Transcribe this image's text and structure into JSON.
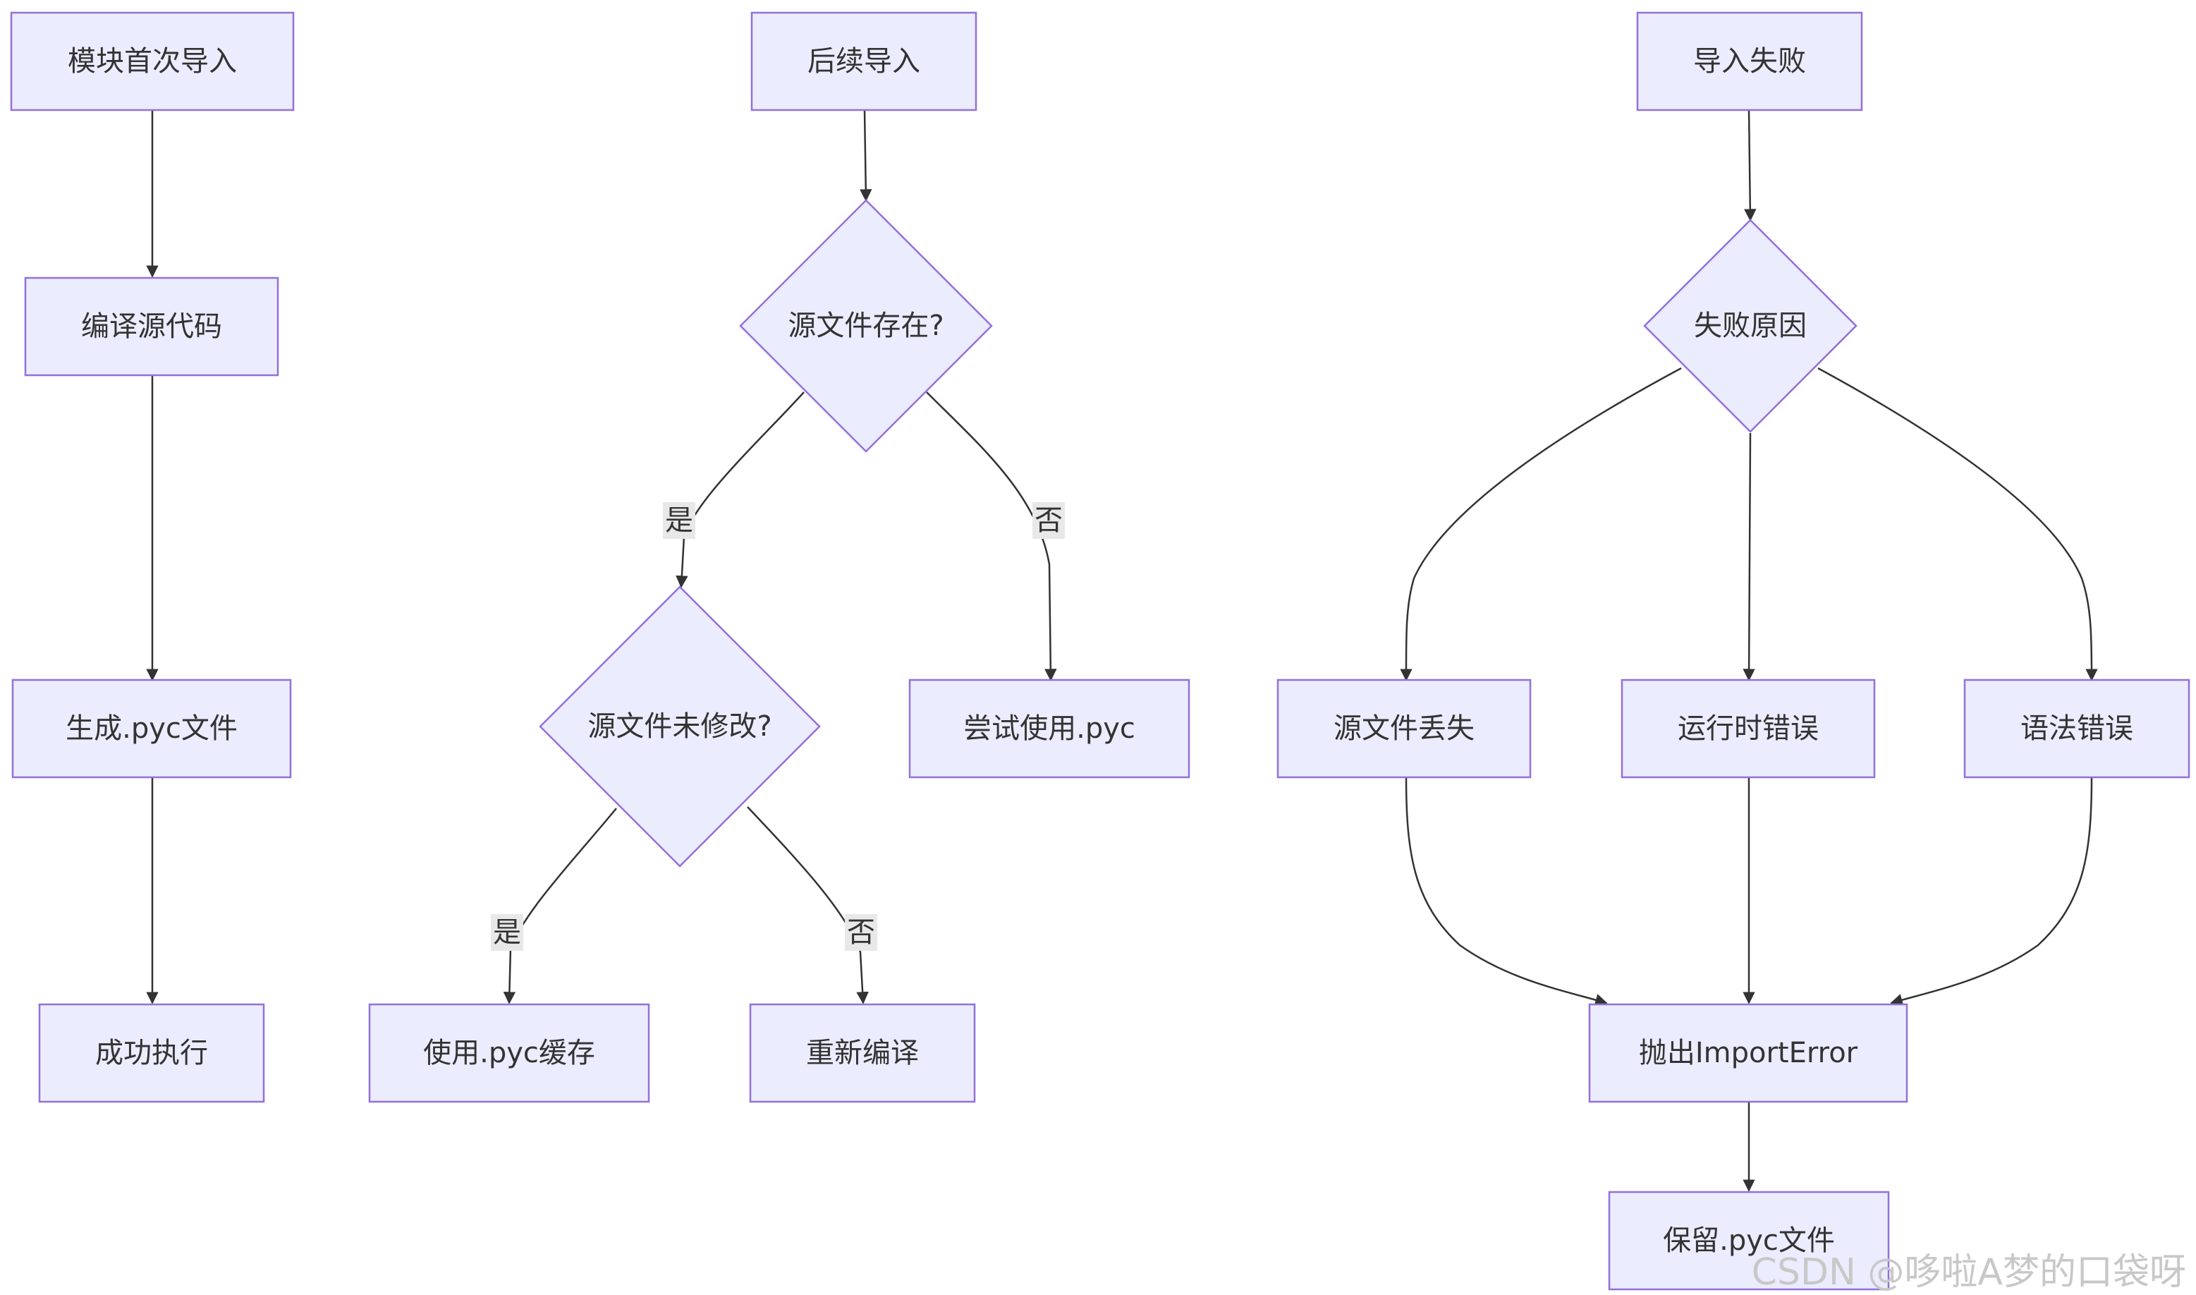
{
  "nodes": {
    "first_import": "模块首次导入",
    "compile_source": "编译源代码",
    "generate_pyc": "生成.pyc文件",
    "execute_success": "成功执行",
    "subsequent_import": "后续导入",
    "source_exists": "源文件存在?",
    "source_unmodified": "源文件未修改?",
    "try_use_pyc": "尝试使用.pyc",
    "use_pyc_cache": "使用.pyc缓存",
    "recompile": "重新编译",
    "import_failed": "导入失败",
    "failure_reason": "失败原因",
    "source_missing": "源文件丢失",
    "runtime_error": "运行时错误",
    "syntax_error": "语法错误",
    "raise_import_error": "抛出ImportError",
    "keep_pyc": "保留.pyc文件"
  },
  "edge_labels": {
    "exists_yes": "是",
    "exists_no": "否",
    "unmodified_yes": "是",
    "unmodified_no": "否"
  },
  "colors": {
    "node_fill": "#ECECFF",
    "node_stroke": "#9370DB",
    "edge": "#333333",
    "text": "#333333"
  },
  "watermark": "CSDN @哆啦A梦的口袋呀"
}
